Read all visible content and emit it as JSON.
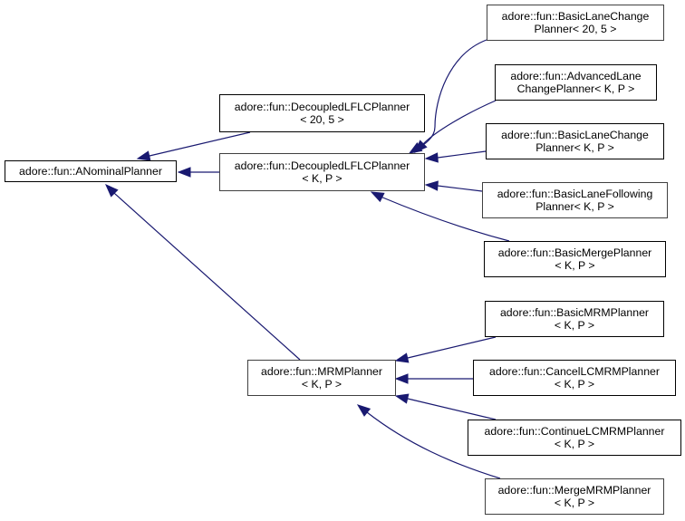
{
  "diagram": {
    "type": "inheritance-graph",
    "edge_color": "#191970",
    "nodes": [
      {
        "id": "anominal",
        "lines": [
          "adore::fun::ANominalPlanner"
        ]
      },
      {
        "id": "decoupled_20_5",
        "lines": [
          "adore::fun::DecoupledLFLCPlanner",
          "< 20, 5 >"
        ]
      },
      {
        "id": "decoupled_kp",
        "lines": [
          "adore::fun::DecoupledLFLCPlanner",
          "< K, P >"
        ]
      },
      {
        "id": "basiclanechange_20_5",
        "lines": [
          "adore::fun::BasicLaneChange",
          "Planner< 20, 5 >"
        ]
      },
      {
        "id": "advancedlanechange_kp",
        "lines": [
          "adore::fun::AdvancedLane",
          "ChangePlanner< K, P >"
        ]
      },
      {
        "id": "basiclanechange_kp",
        "lines": [
          "adore::fun::BasicLaneChange",
          "Planner< K, P >"
        ]
      },
      {
        "id": "basiclanefollowing_kp",
        "lines": [
          "adore::fun::BasicLaneFollowing",
          "Planner< K, P >"
        ]
      },
      {
        "id": "basicmerge_kp",
        "lines": [
          "adore::fun::BasicMergePlanner",
          "< K, P >"
        ]
      },
      {
        "id": "mrm_kp",
        "lines": [
          "adore::fun::MRMPlanner",
          "< K, P >"
        ]
      },
      {
        "id": "basicmrm_kp",
        "lines": [
          "adore::fun::BasicMRMPlanner",
          "< K, P >"
        ]
      },
      {
        "id": "cancellcmrm_kp",
        "lines": [
          "adore::fun::CancelLCMRMPlanner",
          "< K, P >"
        ]
      },
      {
        "id": "continuelcmrm_kp",
        "lines": [
          "adore::fun::ContinueLCMRMPlanner",
          "< K, P >"
        ]
      },
      {
        "id": "mergemrm_kp",
        "lines": [
          "adore::fun::MergeMRMPlanner",
          "< K, P >"
        ]
      }
    ],
    "edges": [
      {
        "from": "decoupled_20_5",
        "to": "anominal"
      },
      {
        "from": "decoupled_kp",
        "to": "anominal"
      },
      {
        "from": "mrm_kp",
        "to": "anominal"
      },
      {
        "from": "basiclanechange_20_5",
        "to": "decoupled_kp"
      },
      {
        "from": "advancedlanechange_kp",
        "to": "decoupled_kp"
      },
      {
        "from": "basiclanechange_kp",
        "to": "decoupled_kp"
      },
      {
        "from": "basiclanefollowing_kp",
        "to": "decoupled_kp"
      },
      {
        "from": "basicmerge_kp",
        "to": "decoupled_kp"
      },
      {
        "from": "basicmrm_kp",
        "to": "mrm_kp"
      },
      {
        "from": "cancellcmrm_kp",
        "to": "mrm_kp"
      },
      {
        "from": "continuelcmrm_kp",
        "to": "mrm_kp"
      },
      {
        "from": "mergemrm_kp",
        "to": "mrm_kp"
      }
    ]
  }
}
